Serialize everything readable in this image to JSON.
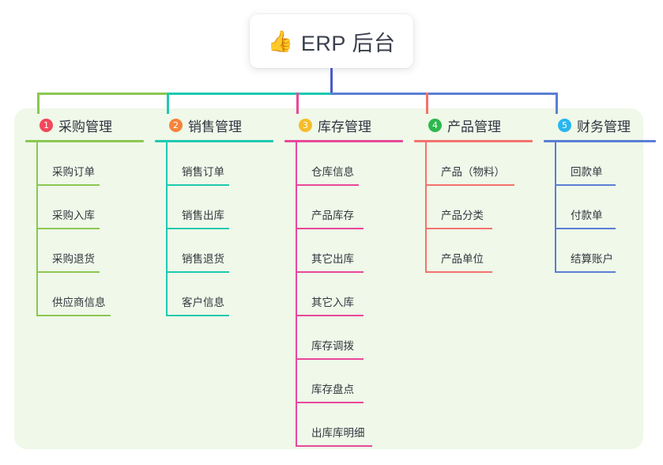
{
  "root": {
    "icon": "thumbs-up-emoji",
    "emoji": "👍",
    "title": "ERP 后台"
  },
  "palette": {
    "panel_bg": "#eff8e9",
    "page_bg": "#ffffff",
    "trunk_blue": "#4a5bc4",
    "text_dark": "#2f3440"
  },
  "columns": [
    {
      "index": "1",
      "title": "采购管理",
      "badge_color": "#f2485b",
      "line_color": "#8cc751",
      "items": [
        {
          "label": "采购订单",
          "w": 80
        },
        {
          "label": "采购入库",
          "w": 80
        },
        {
          "label": "采购退货",
          "w": 80
        },
        {
          "label": "供应商信息",
          "w": 94
        }
      ]
    },
    {
      "index": "2",
      "title": "销售管理",
      "badge_color": "#f4843d",
      "line_color": "#1ec9b0",
      "items": [
        {
          "label": "销售订单",
          "w": 80
        },
        {
          "label": "销售出库",
          "w": 80
        },
        {
          "label": "销售退货",
          "w": 80
        },
        {
          "label": "客户信息",
          "w": 80
        }
      ]
    },
    {
      "index": "3",
      "title": "库存管理",
      "badge_color": "#f6bd2a",
      "line_color": "#e8489a",
      "items": [
        {
          "label": "仓库信息",
          "w": 80
        },
        {
          "label": "产品库存",
          "w": 86
        },
        {
          "label": "其它出库",
          "w": 86
        },
        {
          "label": "其它入库",
          "w": 86
        },
        {
          "label": "库存调拨",
          "w": 86
        },
        {
          "label": "库存盘点",
          "w": 86
        },
        {
          "label": "出库库明细",
          "w": 97
        }
      ]
    },
    {
      "index": "4",
      "title": "产品管理",
      "badge_color": "#2db84d",
      "line_color": "#f4726e",
      "items": [
        {
          "label": "产品（物料）",
          "w": 113
        },
        {
          "label": "产品分类",
          "w": 85
        },
        {
          "label": "产品单位",
          "w": 85
        }
      ]
    },
    {
      "index": "5",
      "title": "财务管理",
      "badge_color": "#29b6f0",
      "line_color": "#5a7fd4",
      "items": [
        {
          "label": "回款单",
          "w": 77
        },
        {
          "label": "付款单",
          "w": 77
        },
        {
          "label": "结算账户",
          "w": 77
        }
      ]
    }
  ]
}
